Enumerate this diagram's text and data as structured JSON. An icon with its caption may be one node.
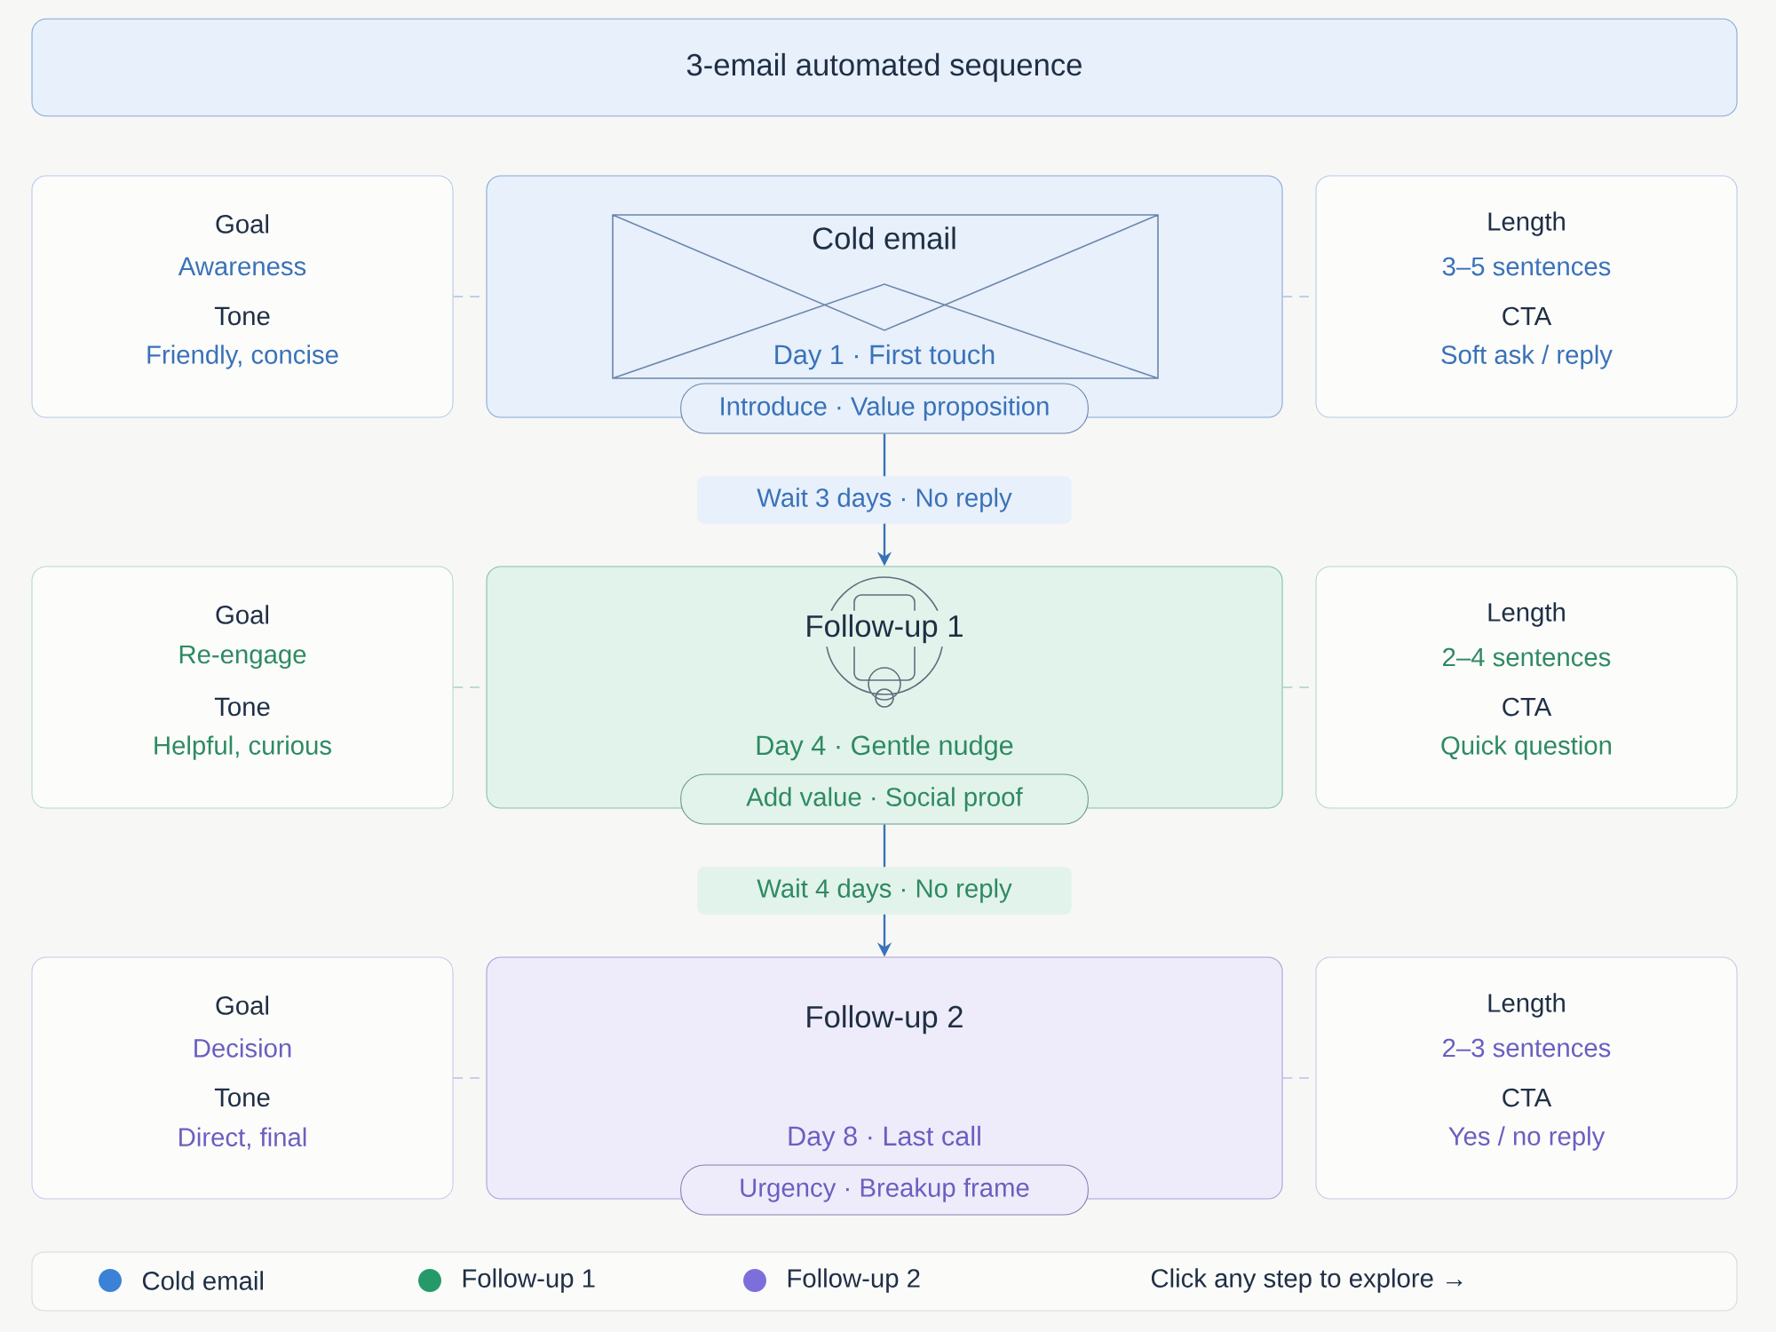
{
  "diagram": {
    "title": "3-email automated sequence",
    "nodes": [
      {
        "text": [
          "Goal",
          "Awareness",
          "Tone",
          "Friendly, concise"
        ]
      },
      {
        "text": [
          "Cold email",
          "Day 1 · First touch"
        ]
      },
      {
        "text": [
          "Introduce · Value proposition"
        ]
      },
      {
        "text": [
          "Length",
          "3–5 sentences",
          "CTA",
          "Soft ask / reply"
        ]
      },
      {
        "text": [
          "Goal",
          "Re-engage",
          "Tone",
          "Helpful, curious"
        ]
      },
      {
        "text": [
          "Follow-up 1",
          "Day 4 · Gentle nudge"
        ]
      },
      {
        "text": [
          "Add value · Social proof"
        ]
      },
      {
        "text": [
          "Length",
          "2–4 sentences",
          "CTA",
          "Quick question"
        ]
      },
      {
        "text": [
          "Goal",
          "Decision",
          "Tone",
          "Direct, final"
        ]
      },
      {
        "text": [
          "Follow-up 2",
          "Day 8 · Last call"
        ]
      },
      {
        "text": [
          "Urgency · Breakup frame"
        ]
      },
      {
        "text": [
          "Length",
          "2–3 sentences",
          "CTA",
          "Yes / no reply"
        ]
      }
    ],
    "edges": [
      {
        "from": 0,
        "to": 1,
        "arrow": "none",
        "style": "dashed"
      },
      {
        "from": 1,
        "to": 3,
        "arrow": "none",
        "style": "dashed"
      },
      {
        "from": 2,
        "to": 5,
        "arrow": "to",
        "label": "Wait 3 days · No reply",
        "color": "#3a72b8"
      },
      {
        "from": 4,
        "to": 5,
        "arrow": "none",
        "style": "dashed"
      },
      {
        "from": 5,
        "to": 7,
        "arrow": "none",
        "style": "dashed"
      },
      {
        "from": 6,
        "to": 9,
        "arrow": "to",
        "label": "Wait 4 days · No reply",
        "color": "#3a72b8"
      },
      {
        "from": 8,
        "to": 9,
        "arrow": "none",
        "style": "dashed"
      },
      {
        "from": 9,
        "to": 11,
        "arrow": "none",
        "style": "dashed"
      }
    ],
    "labels": [
      "Click any step to explore →"
    ],
    "legend": [
      {
        "text": "Cold email",
        "color": "#3b82d6"
      },
      {
        "text": "Follow-up 1",
        "color": "#249a6a"
      },
      {
        "text": "Follow-up 2",
        "color": "#7c6fdc"
      }
    ]
  }
}
